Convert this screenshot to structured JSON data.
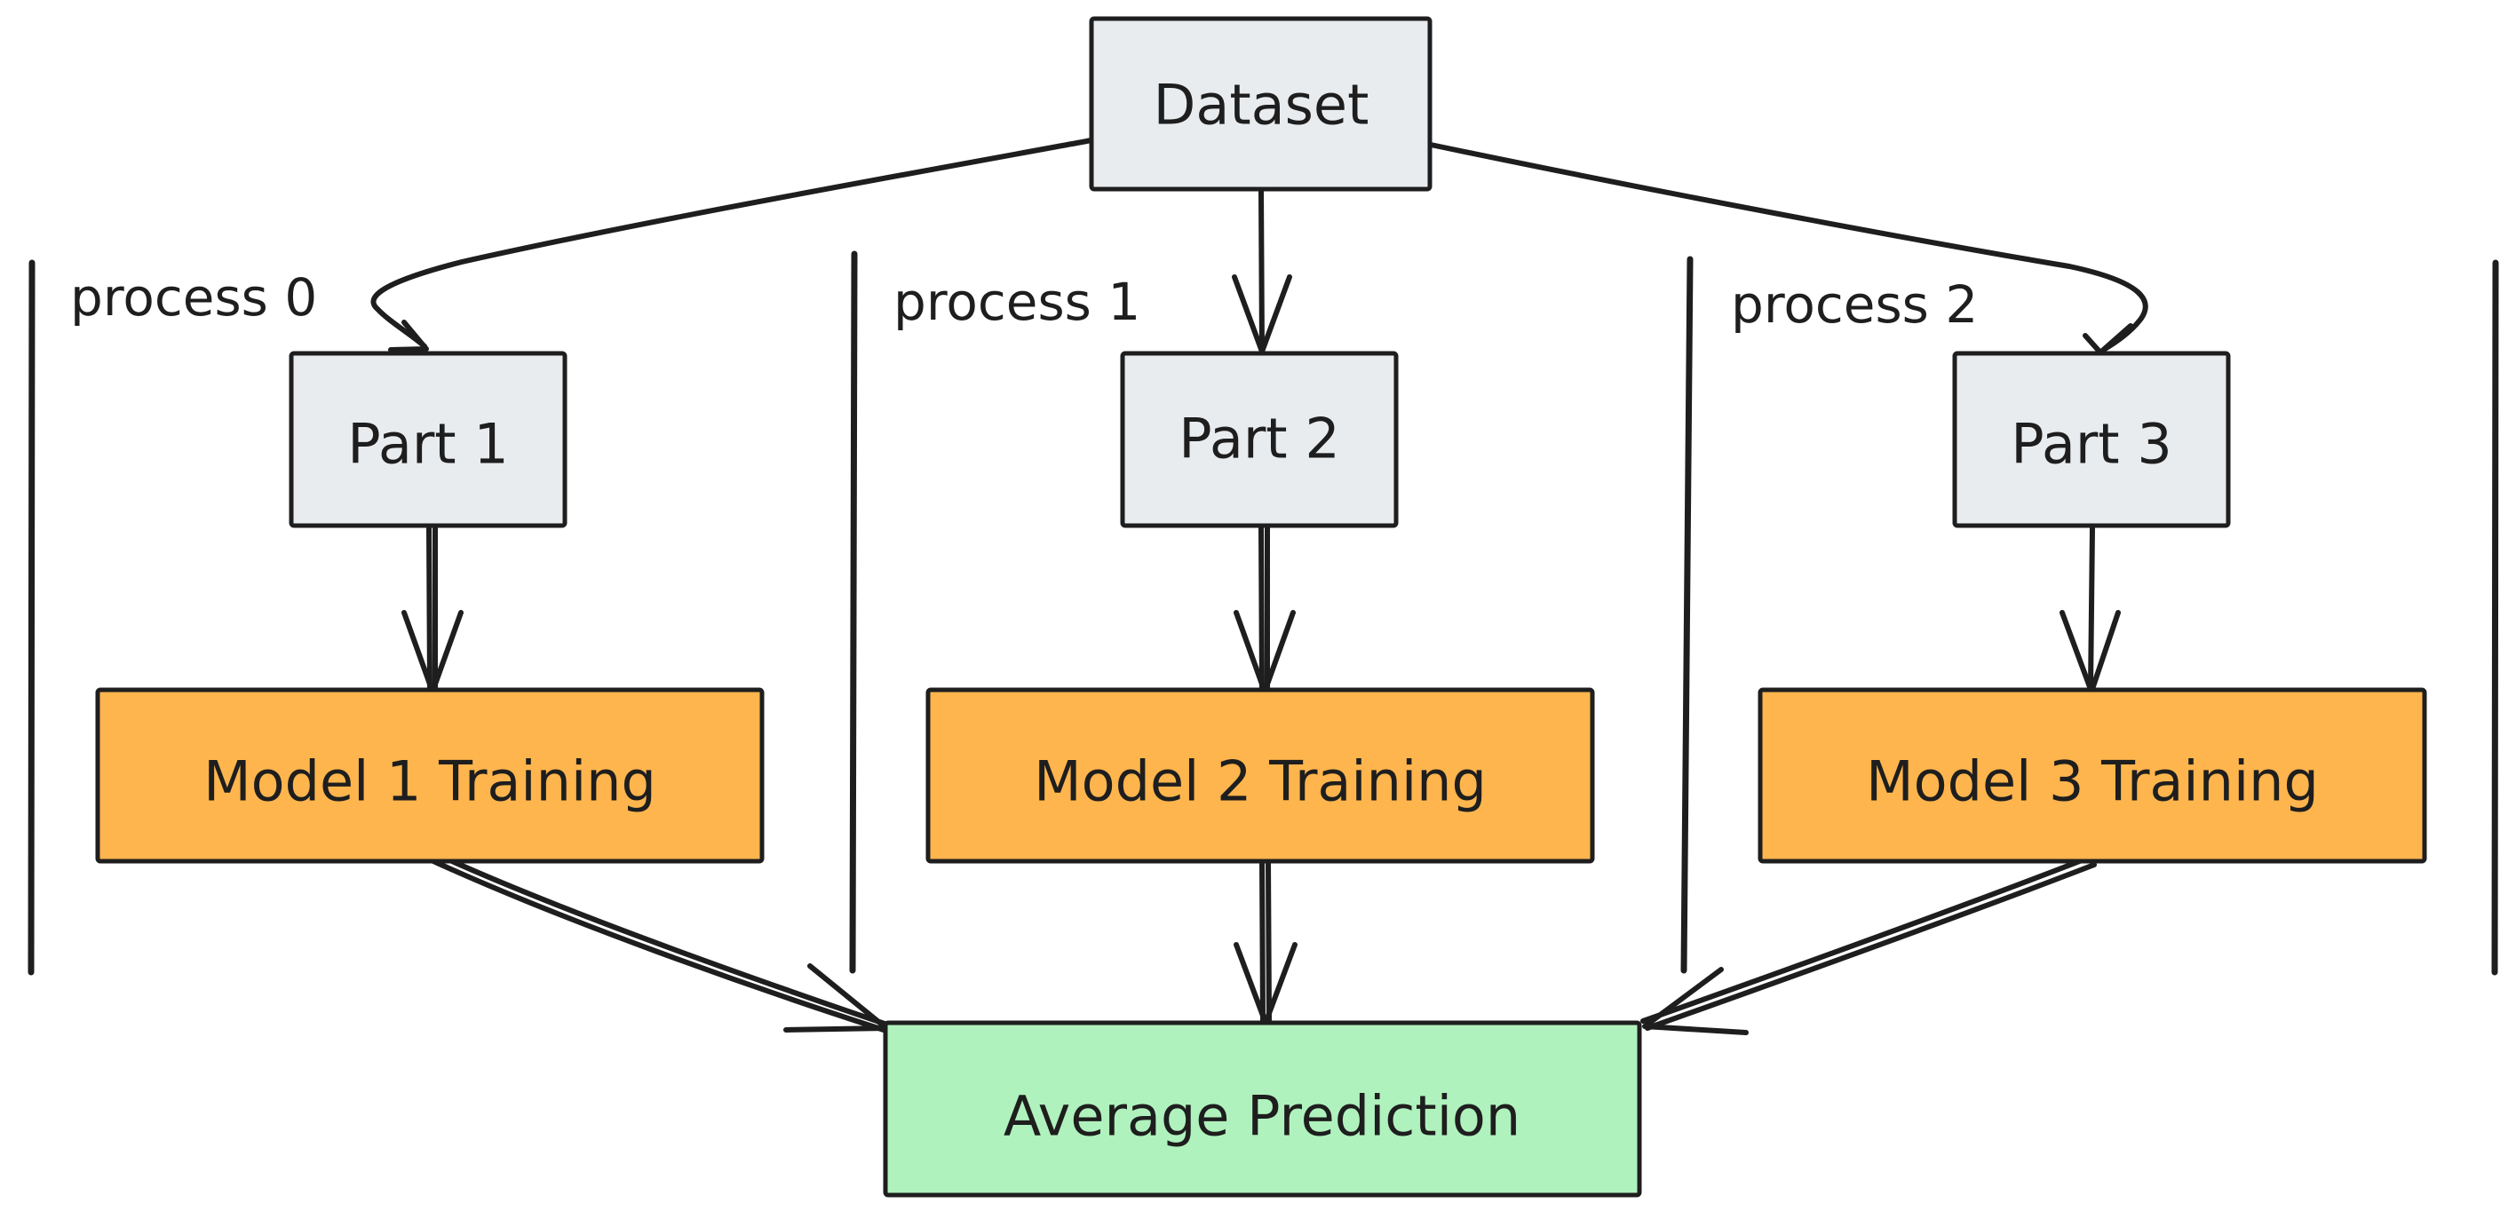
{
  "colors": {
    "gray_fill": "#e9ecef",
    "orange_fill": "#ffb54d",
    "green_fill": "#b0f2bd",
    "stroke": "#1e1e1e"
  },
  "nodes": {
    "dataset": "Dataset",
    "part1": "Part 1",
    "part2": "Part 2",
    "part3": "Part 3",
    "model1": "Model 1 Training",
    "model2": "Model 2 Training",
    "model3": "Model 3 Training",
    "average": "Average Prediction"
  },
  "processes": {
    "p0": "process 0",
    "p1": "process 1",
    "p2": "process 2"
  },
  "edges": [
    {
      "from": "dataset",
      "to": "part1"
    },
    {
      "from": "dataset",
      "to": "part2"
    },
    {
      "from": "dataset",
      "to": "part3"
    },
    {
      "from": "part1",
      "to": "model1"
    },
    {
      "from": "part2",
      "to": "model2"
    },
    {
      "from": "part3",
      "to": "model3"
    },
    {
      "from": "model1",
      "to": "average"
    },
    {
      "from": "model2",
      "to": "average"
    },
    {
      "from": "model3",
      "to": "average"
    }
  ]
}
